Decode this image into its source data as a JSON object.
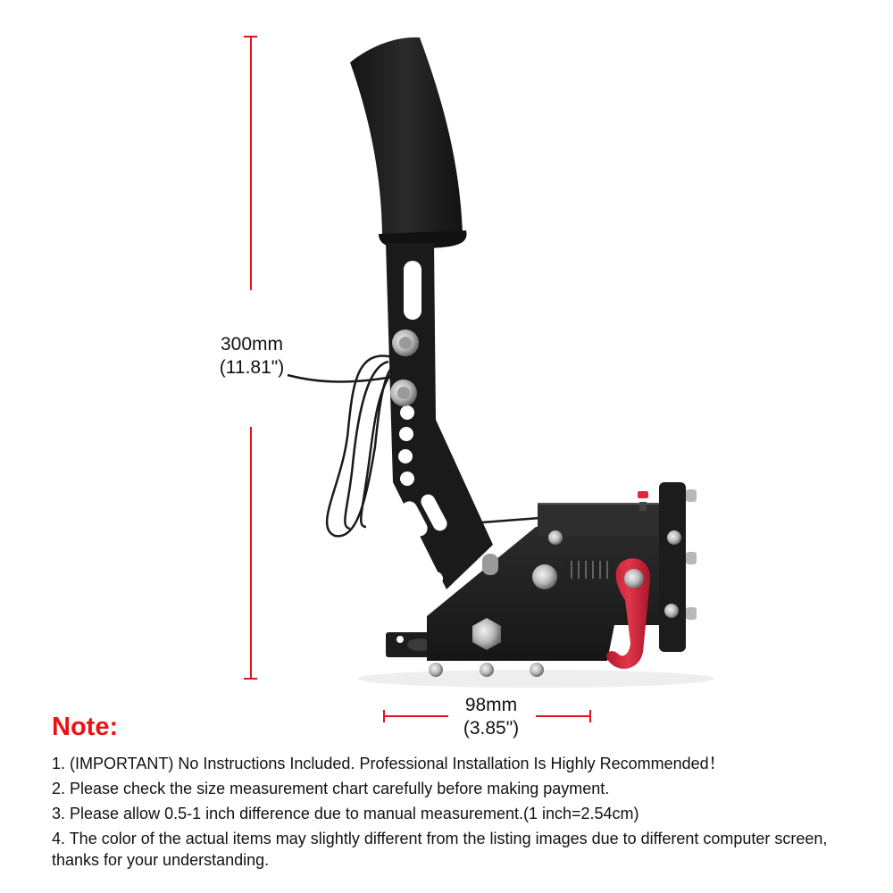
{
  "dimensions": {
    "height": {
      "metric": "300mm",
      "imperial": "(11.81\")"
    },
    "width": {
      "metric": "98mm",
      "imperial": "(3.85\")"
    },
    "line_color": "#e1141c"
  },
  "product": {
    "name": "handbrake-lever",
    "hook_color": "#d8283a",
    "body_color": "#1b1b1b"
  },
  "note": {
    "title": "Note:",
    "title_color": "#ee1111",
    "items": [
      "1. (IMPORTANT) No Instructions Included. Professional Installation Is Highly Recommended！",
      "2. Please check the size measurement chart carefully before making payment.",
      "3. Please allow 0.5-1 inch difference due to manual measurement.(1 inch=2.54cm)",
      "4. The color of the actual items may slightly different from the listing images due to different computer screen, thanks for your understanding."
    ]
  }
}
